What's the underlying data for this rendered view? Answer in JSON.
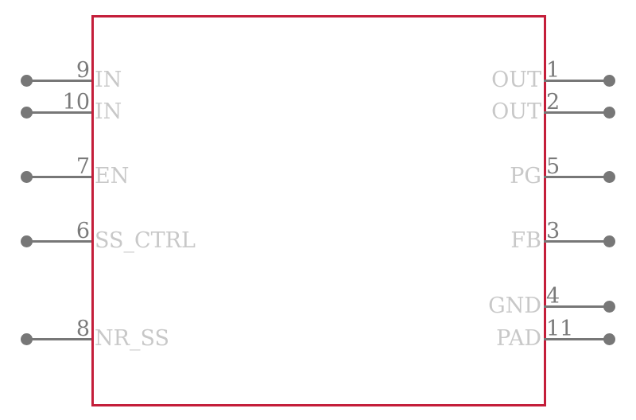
{
  "component": {
    "left_pins": [
      {
        "number": "9",
        "name": "IN"
      },
      {
        "number": "10",
        "name": "IN"
      },
      {
        "number": "7",
        "name": "EN"
      },
      {
        "number": "6",
        "name": "SS_CTRL"
      },
      {
        "number": "8",
        "name": "NR_SS"
      }
    ],
    "right_pins": [
      {
        "number": "1",
        "name": "OUT"
      },
      {
        "number": "2",
        "name": "OUT"
      },
      {
        "number": "5",
        "name": "PG"
      },
      {
        "number": "3",
        "name": "FB"
      },
      {
        "number": "4",
        "name": "GND"
      },
      {
        "number": "11",
        "name": "PAD"
      }
    ]
  },
  "colors": {
    "body_outline": "#c41e3a",
    "pin_line": "#777777",
    "pin_number": "#7a7a7a",
    "pin_name": "#c8c8c8"
  }
}
